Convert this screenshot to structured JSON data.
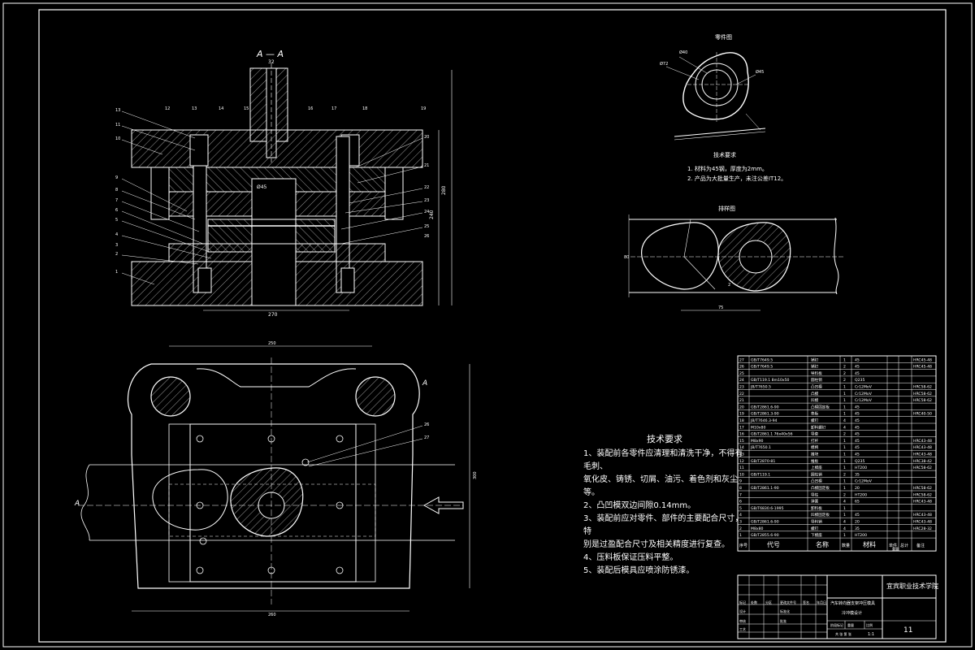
{
  "section_view": {
    "label": "A — A",
    "dims": {
      "top": "32",
      "height_total": "280",
      "height_sub": "240",
      "width_bottom": "270",
      "punch_dia": "Ø45"
    },
    "callouts_left": [
      "13",
      "11",
      "10",
      "9",
      "8",
      "7",
      "6",
      "5",
      "4",
      "3",
      "2",
      "1"
    ],
    "callouts_top": [
      "12",
      "13",
      "14",
      "15",
      "16",
      "17",
      "18",
      "19"
    ],
    "callouts_right": [
      "20",
      "21",
      "22",
      "23",
      "24",
      "25",
      "26"
    ]
  },
  "part_drawing": {
    "title": "零件图",
    "dims": [
      "Ø40",
      "Ø72",
      "Ø45"
    ],
    "notes_title": "技术要求",
    "notes": [
      "1. 材料为45钢，厚度为2mm。",
      "2. 产品为大批量生产，未注公差IT12。"
    ]
  },
  "layout_drawing": {
    "title": "排样图",
    "dims": {
      "pitch": "75",
      "width": "80",
      "gap": "2"
    }
  },
  "plan_view": {
    "dims": {
      "top": "250",
      "bottom": "260",
      "right": "300"
    },
    "section_mark": "A",
    "callouts": [
      "26",
      "27"
    ]
  },
  "tech_requirements": {
    "title": "技术要求",
    "items": [
      "1、装配前各零件应清理和清洗干净，不得有毛刺、",
      "氧化皮、铸锈、切屑、油污、着色剂和灰尘等。",
      "2、凸凹模双边间隙0.14mm。",
      "3、装配前应对零件、部件的主要配合尺寸，特",
      "别是过盈配合尺寸及相关精度进行复查。",
      "4、压料板保证压料平整。",
      "5、装配后模具应喷涂防锈漆。"
    ]
  },
  "bom": {
    "rows": [
      [
        "27",
        "GB/T7649.5",
        "销钉",
        "1",
        "45",
        "HRC45-48"
      ],
      [
        "26",
        "GB/T7649.5",
        "销钉",
        "2",
        "45",
        "HRC45-48"
      ],
      [
        "25",
        "",
        "导料板",
        "2",
        "45",
        ""
      ],
      [
        "24",
        "GB/T119.1 8m10x50",
        "圆柱销",
        "2",
        "Q235",
        ""
      ],
      [
        "23",
        "JB/T7650.5",
        "凸凹模",
        "1",
        "Cr12MoV",
        "HRC58-62"
      ],
      [
        "22",
        "",
        "凸模",
        "1",
        "Cr12MoV",
        "HRC58-62"
      ],
      [
        "21",
        "",
        "凹模",
        "1",
        "Cr12MoV",
        "HRC58-62"
      ],
      [
        "20",
        "GB/T2861.6-90",
        "凸模固定板",
        "1",
        "45",
        ""
      ],
      [
        "19",
        "GB/T2861.3-90",
        "垫板",
        "1",
        "45",
        "HRC40-50"
      ],
      [
        "18",
        "JB/T7646.3-94",
        "螺钉",
        "4",
        "45",
        ""
      ],
      [
        "17",
        "M10x80",
        "卸料螺钉",
        "4",
        "45",
        ""
      ],
      [
        "16",
        "GB/T2861.1 76x40x56",
        "导套",
        "2",
        "45",
        ""
      ],
      [
        "15",
        "M8x90",
        "打杆",
        "1",
        "45",
        "HRC43-48"
      ],
      [
        "14",
        "JB/T7650.1",
        "模柄",
        "1",
        "45",
        "HRC43-48"
      ],
      [
        "13",
        "",
        "推块",
        "1",
        "45",
        "HRC43-48"
      ],
      [
        "12",
        "GB/T2870-81",
        "推板",
        "1",
        "Q235",
        "HRC38-42"
      ],
      [
        "11",
        "",
        "上模座",
        "1",
        "HT200",
        "HRC58-62"
      ],
      [
        "10",
        "GB/T119.1",
        "圆柱销",
        "2",
        "35",
        ""
      ],
      [
        "9",
        "",
        "凸凹模",
        "1",
        "Cr12MoV",
        ""
      ],
      [
        "8",
        "GB/T2861.1-90",
        "凸模固定板",
        "1",
        "20",
        "HRC58-62"
      ],
      [
        "7",
        "",
        "导柱",
        "2",
        "HT200",
        "HRC58-62"
      ],
      [
        "6",
        "",
        "弹簧",
        "4",
        "65",
        "HRC43-48"
      ],
      [
        "5",
        "GB/T6830.6-1995",
        "卸料板",
        "1",
        "",
        ""
      ],
      [
        "4",
        "",
        "凹模固定板",
        "1",
        "45",
        "HRC43-48"
      ],
      [
        "3",
        "GB/T2861.6-90",
        "导料销",
        "4",
        "20",
        "HRC43-48"
      ],
      [
        "2",
        "M8x80",
        "螺钉",
        "4",
        "35",
        "HRC28-32"
      ],
      [
        "1",
        "GB/T2855.6-90",
        "下模座",
        "1",
        "HT200",
        ""
      ]
    ],
    "header": [
      "序号",
      "代号",
      "名称",
      "数量",
      "材料",
      "单件",
      "总计",
      "备注"
    ],
    "header_sub": [
      "重量"
    ]
  },
  "title_block": {
    "school": "宜宾职业技术学院",
    "drawing_name": "冷冲模设计",
    "subtitle": "汽车转向器支架冲压模具",
    "labels": [
      "标记",
      "处数",
      "分区",
      "更改文件号",
      "签名",
      "年月日",
      "设计",
      "标准化",
      "审核",
      "工艺",
      "批准",
      "阶段标记",
      "重量",
      "比例"
    ],
    "scale": "1:1",
    "sheet": "共 张 第 张",
    "number": "11"
  }
}
